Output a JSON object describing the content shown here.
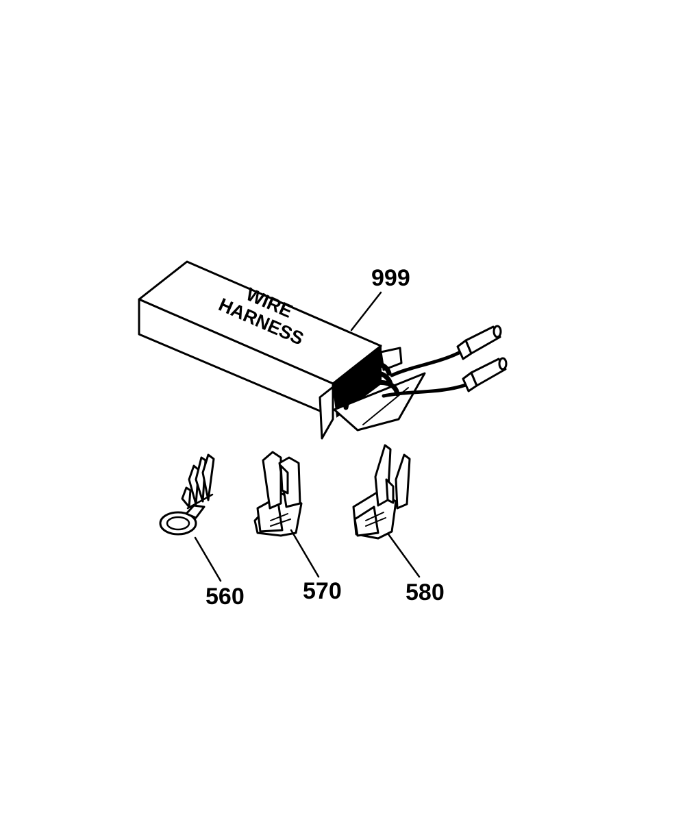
{
  "box": {
    "label_line1": "WIRE",
    "label_line2": "HARNESS"
  },
  "callouts": {
    "harness": "999",
    "ring_terminal": "560",
    "female_terminal_a": "570",
    "female_terminal_b": "580"
  },
  "colors": {
    "ink": "#000000",
    "background": "#ffffff"
  }
}
